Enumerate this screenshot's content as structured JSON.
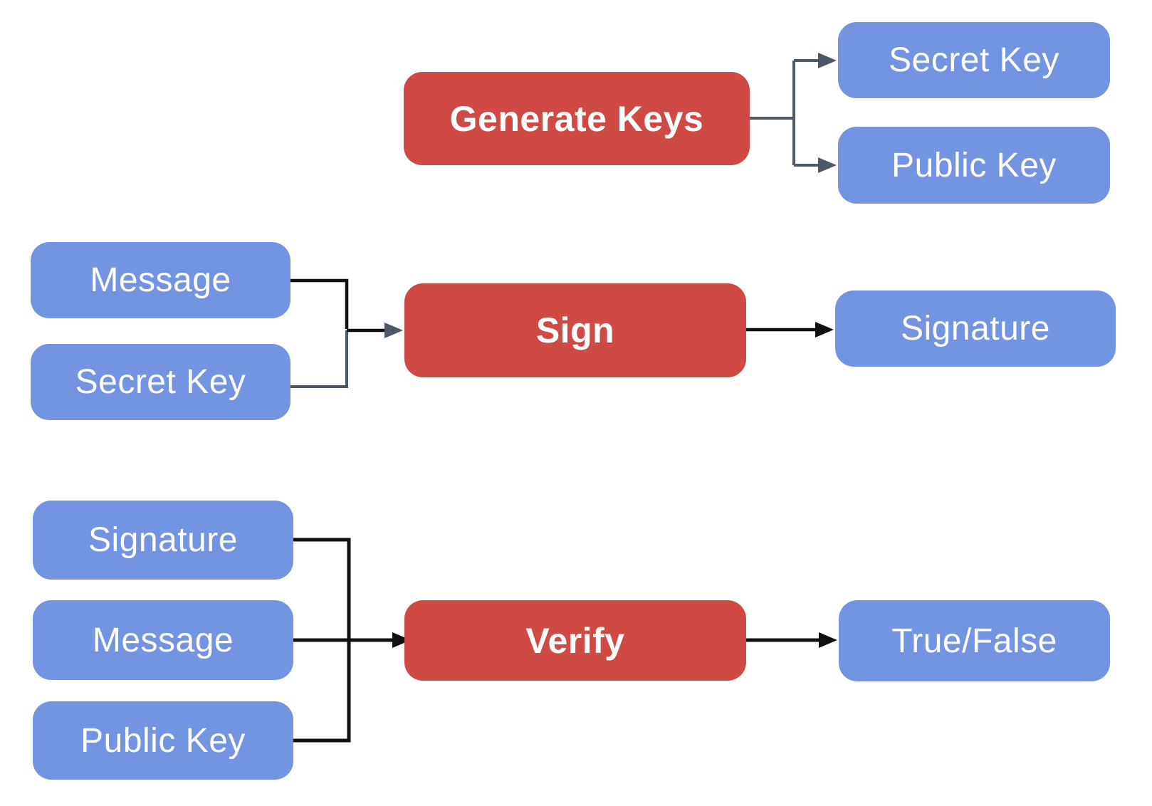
{
  "diagram": {
    "kind": "flowchart",
    "background": "#ffffff",
    "colors": {
      "process_fill": "#cf4a43",
      "data_fill": "#7294e1",
      "label_text": "#ffffff",
      "connector_slate": "#4a5868",
      "connector_black": "#111111"
    },
    "nodes": {
      "generate_keys": {
        "label": "Generate Keys"
      },
      "secret_key_top": {
        "label": "Secret Key"
      },
      "public_key_top": {
        "label": "Public Key"
      },
      "message_sign": {
        "label": "Message"
      },
      "secret_key_sign": {
        "label": "Secret Key"
      },
      "sign": {
        "label": "Sign"
      },
      "signature_out": {
        "label": "Signature"
      },
      "signature_verify": {
        "label": "Signature"
      },
      "message_verify": {
        "label": "Message"
      },
      "public_key_verify": {
        "label": "Public Key"
      },
      "verify": {
        "label": "Verify"
      },
      "true_false": {
        "label": "True/False"
      }
    },
    "edges": [
      {
        "from": "generate_keys",
        "to": "secret_key_top"
      },
      {
        "from": "generate_keys",
        "to": "public_key_top"
      },
      {
        "from": "message_sign",
        "to": "sign"
      },
      {
        "from": "secret_key_sign",
        "to": "sign"
      },
      {
        "from": "sign",
        "to": "signature_out"
      },
      {
        "from": "signature_verify",
        "to": "verify"
      },
      {
        "from": "message_verify",
        "to": "verify"
      },
      {
        "from": "public_key_verify",
        "to": "verify"
      },
      {
        "from": "verify",
        "to": "true_false"
      }
    ]
  }
}
